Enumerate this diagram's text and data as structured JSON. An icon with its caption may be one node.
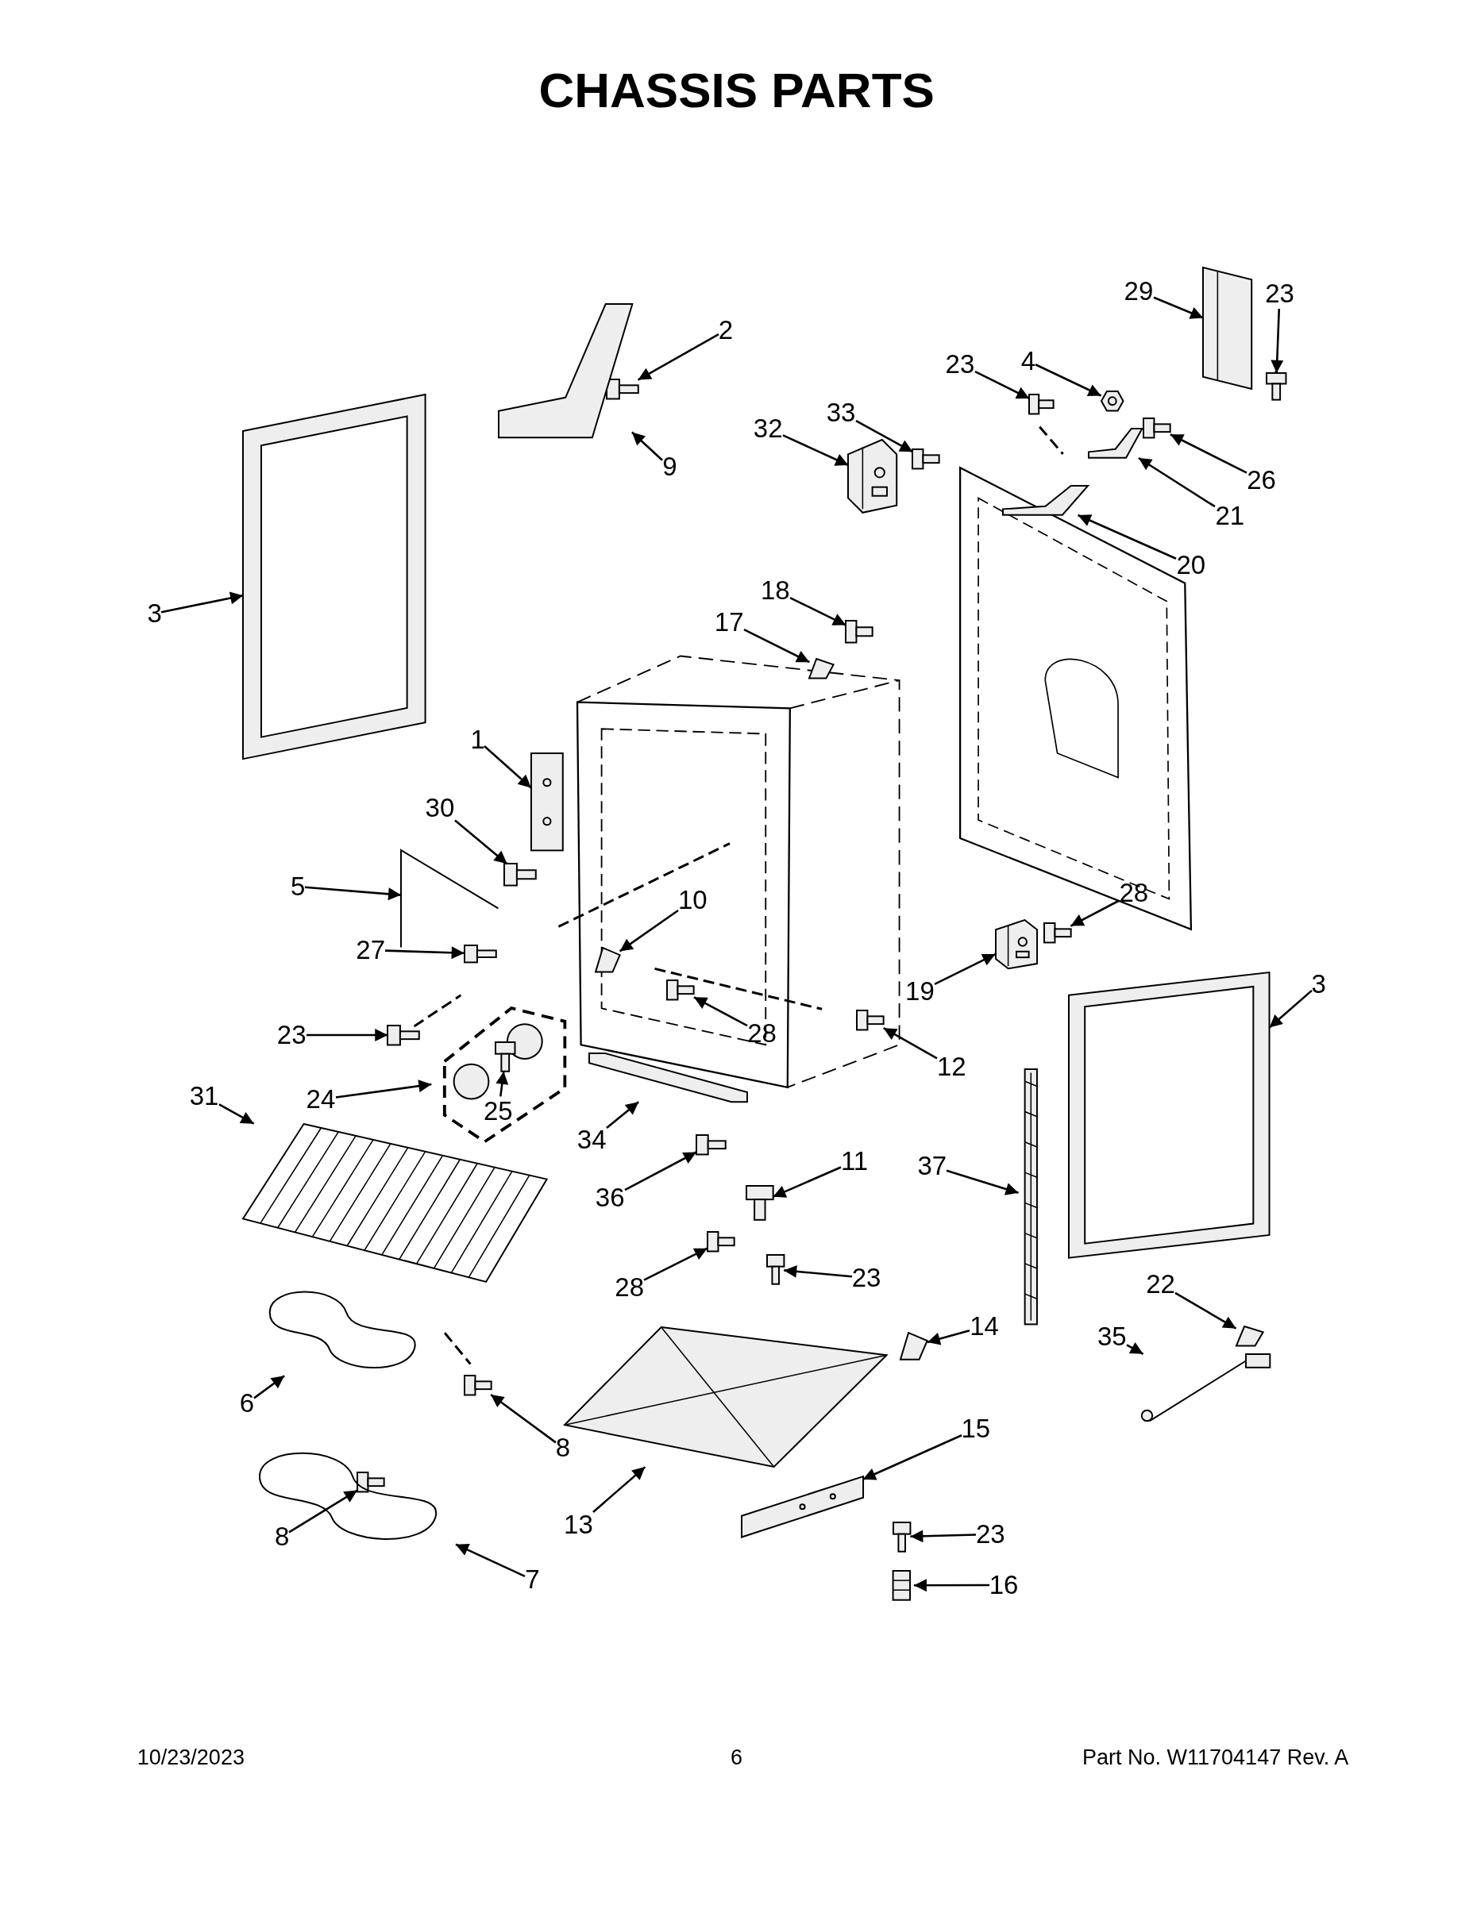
{
  "diagram": {
    "title": "CHASSIS PARTS",
    "nodes": [
      {
        "text": [
          "2"
        ]
      },
      {
        "text": [],
        "shape": "picture"
      },
      {
        "text": [
          "9"
        ]
      },
      {
        "text": [],
        "shape": "picture"
      },
      {
        "text": [
          "3"
        ]
      },
      {
        "text": [],
        "shape": "picture"
      },
      {
        "text": [
          "32"
        ]
      },
      {
        "text": [],
        "shape": "picture"
      },
      {
        "text": [
          "33"
        ]
      },
      {
        "text": [],
        "shape": "picture"
      },
      {
        "text": [
          "23"
        ]
      },
      {
        "text": [],
        "shape": "picture"
      },
      {
        "text": [
          "4"
        ]
      },
      {
        "text": [],
        "shape": "picture"
      },
      {
        "text": [
          "29"
        ]
      },
      {
        "text": [],
        "shape": "picture"
      },
      {
        "text": [
          "23"
        ]
      },
      {
        "text": [],
        "shape": "picture"
      },
      {
        "text": [
          "26"
        ]
      },
      {
        "text": [],
        "shape": "picture"
      },
      {
        "text": [
          "21"
        ]
      },
      {
        "text": [],
        "shape": "picture"
      },
      {
        "text": [
          "20"
        ]
      },
      {
        "text": [],
        "shape": "picture"
      },
      {
        "text": [
          "18"
        ]
      },
      {
        "text": [],
        "shape": "picture"
      },
      {
        "text": [
          "17"
        ]
      },
      {
        "text": [],
        "shape": "picture"
      },
      {
        "text": [
          "1"
        ]
      },
      {
        "text": [],
        "shape": "picture"
      },
      {
        "text": [
          "30"
        ]
      },
      {
        "text": [],
        "shape": "picture"
      },
      {
        "text": [
          "5"
        ]
      },
      {
        "text": [],
        "shape": "picture"
      },
      {
        "text": [
          "10"
        ]
      },
      {
        "text": [],
        "shape": "picture"
      },
      {
        "text": [
          "27"
        ]
      },
      {
        "text": [],
        "shape": "picture"
      },
      {
        "text": [
          "23"
        ]
      },
      {
        "text": [],
        "shape": "picture"
      },
      {
        "text": [
          "28"
        ]
      },
      {
        "text": [],
        "shape": "picture"
      },
      {
        "text": [
          "12"
        ]
      },
      {
        "text": [],
        "shape": "picture"
      },
      {
        "text": [
          "28"
        ]
      },
      {
        "text": [],
        "shape": "picture"
      },
      {
        "text": [
          "19"
        ]
      },
      {
        "text": [],
        "shape": "picture"
      },
      {
        "text": [
          "3"
        ]
      },
      {
        "text": [],
        "shape": "picture"
      },
      {
        "text": [
          "31"
        ]
      },
      {
        "text": [],
        "shape": "picture"
      },
      {
        "text": [
          "24"
        ]
      },
      {
        "text": [],
        "shape": "picture"
      },
      {
        "text": [
          "25"
        ],
        "in": 53
      },
      {
        "text": [],
        "shape": "picture",
        "in": 53
      },
      {
        "text": [
          "34"
        ]
      },
      {
        "text": [],
        "shape": "picture"
      },
      {
        "text": [
          "36"
        ]
      },
      {
        "text": [],
        "shape": "picture"
      },
      {
        "text": [
          "11"
        ]
      },
      {
        "text": [],
        "shape": "picture"
      },
      {
        "text": [
          "37"
        ]
      },
      {
        "text": [],
        "shape": "picture"
      },
      {
        "text": [
          "28"
        ]
      },
      {
        "text": [],
        "shape": "picture"
      },
      {
        "text": [
          "23"
        ]
      },
      {
        "text": [],
        "shape": "picture"
      },
      {
        "text": [
          "22"
        ]
      },
      {
        "text": [],
        "shape": "picture"
      },
      {
        "text": [
          "35"
        ]
      },
      {
        "text": [],
        "shape": "picture"
      },
      {
        "text": [
          "14"
        ]
      },
      {
        "text": [],
        "shape": "picture"
      },
      {
        "text": [
          "6"
        ]
      },
      {
        "text": [],
        "shape": "picture"
      },
      {
        "text": [
          "8"
        ]
      },
      {
        "text": [],
        "shape": "picture"
      },
      {
        "text": [
          "15"
        ]
      },
      {
        "text": [],
        "shape": "picture"
      },
      {
        "text": [
          "13"
        ]
      },
      {
        "text": [],
        "shape": "picture"
      },
      {
        "text": [
          "8"
        ]
      },
      {
        "text": [],
        "shape": "picture"
      },
      {
        "text": [
          "23"
        ]
      },
      {
        "text": [],
        "shape": "picture"
      },
      {
        "text": [
          "7"
        ]
      },
      {
        "text": [],
        "shape": "picture"
      },
      {
        "text": [
          "16"
        ]
      },
      {
        "text": [],
        "shape": "picture"
      }
    ],
    "edges": [
      {
        "from": 0,
        "to": 1,
        "arrow": "to"
      },
      {
        "from": 2,
        "to": 3,
        "arrow": "to"
      },
      {
        "from": 4,
        "to": 5,
        "arrow": "to"
      },
      {
        "from": 6,
        "to": 7,
        "arrow": "to"
      },
      {
        "from": 8,
        "to": 9,
        "arrow": "to"
      },
      {
        "from": 10,
        "to": 11,
        "arrow": "to"
      },
      {
        "from": 12,
        "to": 13,
        "arrow": "to"
      },
      {
        "from": 14,
        "to": 15,
        "arrow": "to"
      },
      {
        "from": 16,
        "to": 17,
        "arrow": "to"
      },
      {
        "from": 18,
        "to": 19,
        "arrow": "to"
      },
      {
        "from": 20,
        "to": 21,
        "arrow": "to"
      },
      {
        "from": 22,
        "to": 23,
        "arrow": "to"
      },
      {
        "from": 24,
        "to": 25,
        "arrow": "to"
      },
      {
        "from": 26,
        "to": 27,
        "arrow": "to"
      },
      {
        "from": 28,
        "to": 29,
        "arrow": "to"
      },
      {
        "from": 30,
        "to": 31,
        "arrow": "to"
      },
      {
        "from": 32,
        "to": 33,
        "arrow": "to"
      },
      {
        "from": 34,
        "to": 35,
        "arrow": "to"
      },
      {
        "from": 36,
        "to": 37,
        "arrow": "to"
      },
      {
        "from": 38,
        "to": 39,
        "arrow": "to"
      },
      {
        "from": 40,
        "to": 41,
        "arrow": "to"
      },
      {
        "from": 42,
        "to": 43,
        "arrow": "to"
      },
      {
        "from": 44,
        "to": 45,
        "arrow": "to"
      },
      {
        "from": 46,
        "to": 47,
        "arrow": "to"
      },
      {
        "from": 48,
        "to": 49,
        "arrow": "to"
      },
      {
        "from": 50,
        "to": 51,
        "arrow": "to"
      },
      {
        "from": 52,
        "to": 53,
        "arrow": "to"
      },
      {
        "from": 54,
        "to": 55,
        "arrow": "to"
      },
      {
        "from": 56,
        "to": 57,
        "arrow": "to"
      },
      {
        "from": 58,
        "to": 59,
        "arrow": "to"
      },
      {
        "from": 60,
        "to": 61,
        "arrow": "to"
      },
      {
        "from": 62,
        "to": 63,
        "arrow": "to"
      },
      {
        "from": 64,
        "to": 65,
        "arrow": "to"
      },
      {
        "from": 66,
        "to": 67,
        "arrow": "to"
      },
      {
        "from": 68,
        "to": 69,
        "arrow": "to"
      },
      {
        "from": 70,
        "to": 71,
        "arrow": "to"
      },
      {
        "from": 72,
        "to": 73,
        "arrow": "to"
      },
      {
        "from": 74,
        "to": 75,
        "arrow": "to"
      },
      {
        "from": 76,
        "to": 77,
        "arrow": "to"
      },
      {
        "from": 78,
        "to": 79,
        "arrow": "to"
      },
      {
        "from": 80,
        "to": 81,
        "arrow": "to"
      },
      {
        "from": 82,
        "to": 83,
        "arrow": "to"
      },
      {
        "from": 84,
        "to": 85,
        "arrow": "to"
      },
      {
        "from": 86,
        "to": 87,
        "arrow": "to"
      },
      {
        "from": 88,
        "to": 89,
        "arrow": "to"
      }
    ],
    "labels": [
      "10/23/2023",
      "6",
      "Part No. W11704147 Rev. A"
    ]
  }
}
